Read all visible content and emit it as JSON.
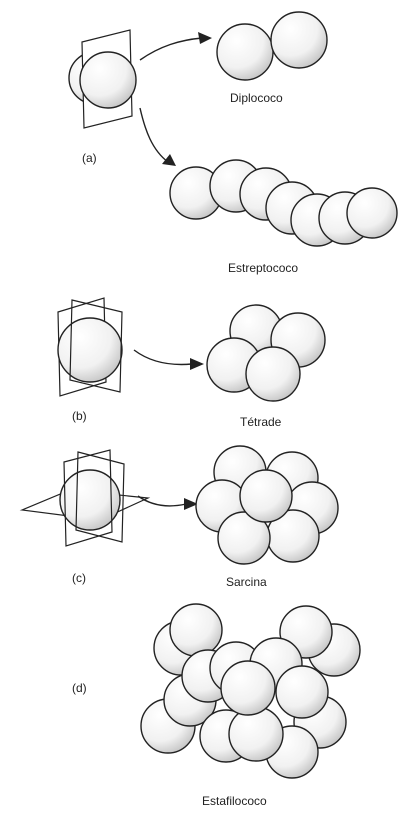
{
  "panels": [
    {
      "marker": "(a)",
      "results": [
        "Diplococo",
        "Estreptococo"
      ]
    },
    {
      "marker": "(b)",
      "results": [
        "Tétrade"
      ]
    },
    {
      "marker": "(c)",
      "results": [
        "Sarcina"
      ]
    },
    {
      "marker": "(d)",
      "results": [
        "Estafilococo"
      ]
    }
  ],
  "colors": {
    "outline": "#222222",
    "fill": "#ffffff",
    "stipple": "#bdbdbd"
  }
}
